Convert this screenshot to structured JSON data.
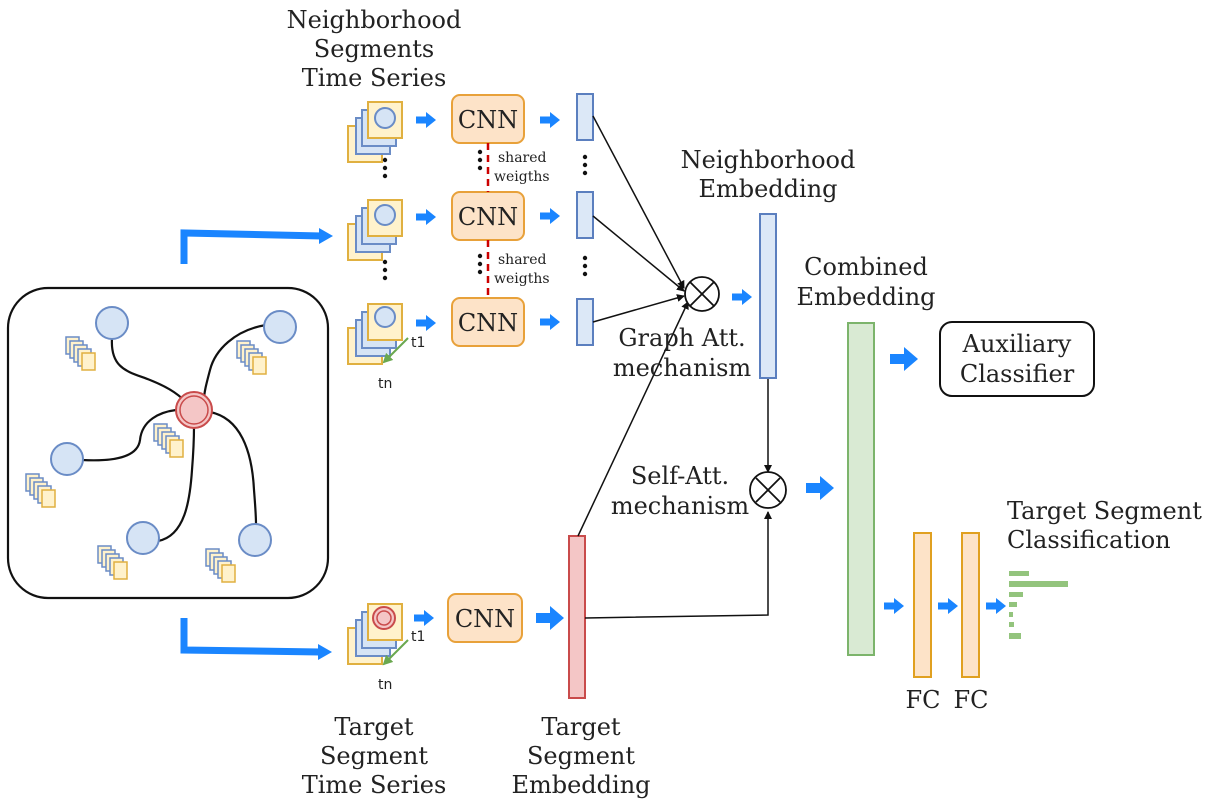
{
  "labels": {
    "neighborhood_time_series": [
      "Neighborhood",
      "Segments",
      "Time Series"
    ],
    "target_time_series": [
      "Target",
      "Segment",
      "Time Series"
    ],
    "target_embedding": [
      "Target",
      "Segment",
      "Embedding"
    ],
    "neighborhood_embedding": [
      "Neighborhood",
      "Embedding"
    ],
    "combined_embedding": [
      "Combined",
      "Embedding"
    ],
    "graph_att": [
      "Graph Att.",
      "mechanism"
    ],
    "self_att": [
      "Self-Att.",
      "mechanism"
    ],
    "auxiliary_classifier": [
      "Auxiliary",
      "Classifier"
    ],
    "target_classification": [
      "Target Segment",
      "Classification"
    ],
    "shared_weights": [
      "shared",
      "weigths"
    ],
    "cnn": "CNN",
    "fc": "FC",
    "t1": "t1",
    "tn": "tn"
  },
  "colors": {
    "arrow_blue": "#1a85ff",
    "cnn_fill": "#fde3c8",
    "cnn_stroke": "#e8a13a",
    "neighbor_emb_fill": "#dce8f7",
    "neighbor_emb_stroke": "#5b7fbf",
    "target_emb_fill": "#f4c6c6",
    "target_emb_stroke": "#c94b4b",
    "combined_fill": "#d9ead3",
    "combined_stroke": "#7cb46b",
    "fc_fill": "#fde3c8",
    "fc_stroke": "#e0a020",
    "node_fill": "#d6e4f5",
    "node_stroke": "#6a8cc6",
    "target_node_fill": "#f4c6c6",
    "target_node_stroke": "#c94b4b",
    "shared_dash": "#cc0000",
    "time_arrow": "#6aa84f",
    "output_bars": "#93c47d"
  }
}
